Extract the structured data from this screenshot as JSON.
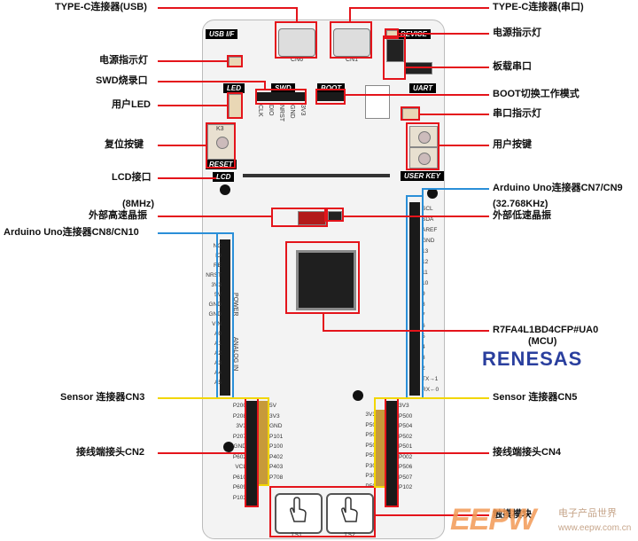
{
  "board": {
    "silk": {
      "usb_if": "USB I/F",
      "device": "DEVICE",
      "led": "LED",
      "swd": "SWD",
      "boot": "BOOT",
      "uart": "UART",
      "reset": "RESET",
      "lcd": "LCD",
      "user_key": "USER KEY",
      "cn6": "CN6",
      "cn1": "CN1",
      "clk": "CLK",
      "dio": "DIO",
      "nrst": "NRST",
      "gnd": "GND",
      "v33": "3V3",
      "k3": "K3",
      "power": "POWER",
      "analog_in": "ANALOG IN",
      "ts1": "TS1",
      "ts2": "TS2"
    },
    "left_pins": [
      "NC",
      "IO",
      "RE",
      "NRST",
      "3V3",
      "5V",
      "GND",
      "GND",
      "VIN",
      "A0",
      "A1",
      "A2",
      "A3",
      "A4",
      "A5"
    ],
    "right_pins": [
      "SCL",
      "SDA",
      "AREF",
      "GND",
      "13",
      "12",
      "11",
      "10",
      "9",
      "8",
      "7",
      "6",
      "5",
      "4",
      "3",
      "2",
      "TX→1",
      "RX←0"
    ],
    "cn2_left": [
      "P200",
      "P208",
      "3V3",
      "P207",
      "GND",
      "P602",
      "VCL",
      "P610",
      "P609",
      "P103"
    ],
    "cn2_right": [
      "5V",
      "3V3",
      "GND",
      "P101",
      "P100",
      "P402",
      "P403",
      "P708"
    ],
    "cn4_left": [
      "3V3",
      "P50",
      "P50",
      "P50",
      "P50",
      "P30",
      "P30",
      "P50"
    ],
    "cn4_right": [
      "3V3",
      "P500",
      "P504",
      "P502",
      "P501",
      "P002",
      "P506",
      "P507",
      "P102"
    ]
  },
  "callouts": {
    "usb_conn": "TYPE-C连接器(USB)",
    "serial_conn": "TYPE-C连接器(串口)",
    "power_led_left": "电源指示灯",
    "power_led_right": "电源指示灯",
    "onboard_serial": "板载串口",
    "swd": "SWD烧录口",
    "boot_mode": "BOOT切换工作模式",
    "user_led": "用户LED",
    "serial_led": "串口指示灯",
    "reset_key": "复位按键",
    "user_key": "用户按键",
    "lcd_if": "LCD接口",
    "arduino_cn7": "Arduino Uno连接器CN7/CN9",
    "hs_freq": "(8MHz)",
    "hs_xtal": "外部高速晶振",
    "ls_freq": "(32.768KHz)",
    "ls_xtal": "外部低速晶振",
    "arduino_cn8": "Arduino Uno连接器CN8/CN10",
    "mcu_part": "R7FA4L1BD4CFP#UA0",
    "mcu": "(MCU)",
    "renesas": "RENESAS",
    "sensor_cn3": "Sensor 连接器CN3",
    "sensor_cn5": "Sensor 连接器CN5",
    "term_cn2": "接线端接头CN2",
    "term_cn4": "接线端接头CN4",
    "touch": "触摸模块"
  },
  "watermark": {
    "logo": "EEPW",
    "cn": "电子产品世界",
    "url": "www.eepw.com.cn"
  },
  "colors": {
    "callout_red": "#e4141b",
    "callout_blue": "#2a8fd8",
    "callout_yellow": "#f2d600",
    "renesas_blue": "#2a3f9e",
    "eepw_orange": "#f39a55"
  }
}
